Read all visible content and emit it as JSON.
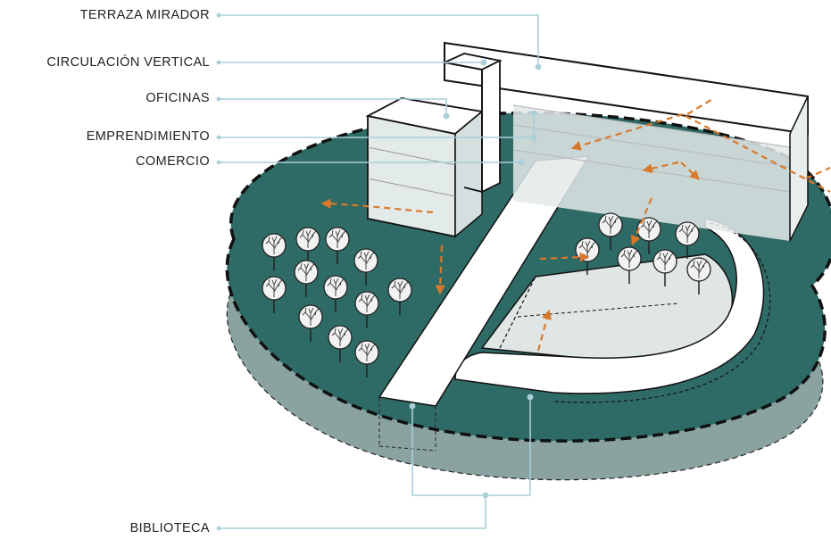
{
  "labels": {
    "terraza": "TERRAZA MIRADOR",
    "circulacion": "CIRCULACIÓN VERTICAL",
    "oficinas": "OFICINAS",
    "emprendimiento": "EMPRENDIMIENTO",
    "comercio": "COMERCIO",
    "biblioteca": "BIBLIOTECA"
  },
  "colors": {
    "platform": "#2f6b66",
    "platform_side": "#8aa3a0",
    "leader": "#a9cfd8",
    "flow_arrow": "#d9782b",
    "outline": "#111111",
    "glass": "#e3eaea"
  },
  "icons": {
    "tree": "tree-icon",
    "flow": "flow-arrow-icon"
  }
}
